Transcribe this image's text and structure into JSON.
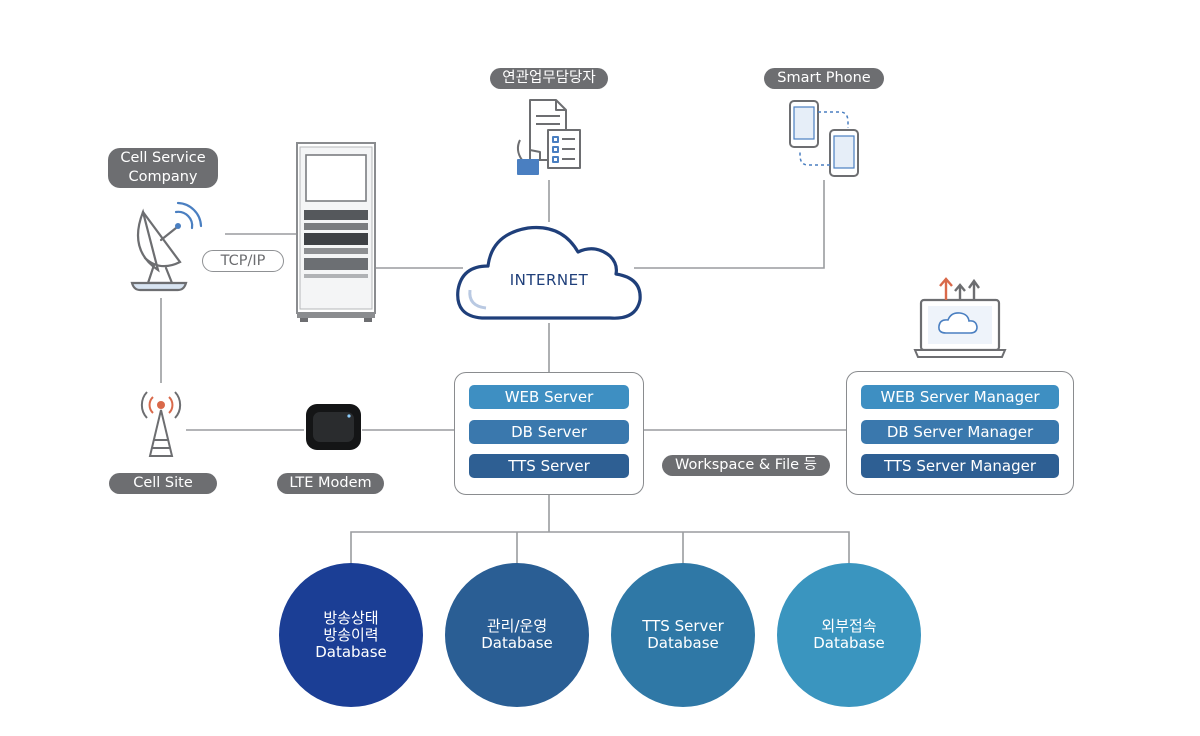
{
  "labels": {
    "cell_service": [
      "Cell Service",
      "Company"
    ],
    "staff": "연관업무담당자",
    "smartphone": "Smart Phone",
    "tcpip": "TCP/IP",
    "internet": "INTERNET",
    "cell_site": "Cell Site",
    "lte_modem": "LTE Modem",
    "workspace": "Workspace & File 등"
  },
  "servers": [
    {
      "label": "WEB Server",
      "shade": "light"
    },
    {
      "label": "DB Server",
      "shade": "mid"
    },
    {
      "label": "TTS Server",
      "shade": "dark"
    }
  ],
  "managers": [
    {
      "label": "WEB Server Manager",
      "shade": "light"
    },
    {
      "label": "DB Server Manager",
      "shade": "mid"
    },
    {
      "label": "TTS Server Manager",
      "shade": "dark"
    }
  ],
  "databases": [
    {
      "lines": [
        "방송상태",
        "방송이력",
        "Database"
      ],
      "color": "#1b3e95"
    },
    {
      "lines": [
        "관리/운영",
        "Database"
      ],
      "color": "#2a5e94"
    },
    {
      "lines": [
        "TTS Server",
        "Database"
      ],
      "color": "#2f78a6"
    },
    {
      "lines": [
        "외부접속",
        "Database"
      ],
      "color": "#3a95bf"
    }
  ],
  "colors": {
    "line": "#9a9c9f",
    "pill": "#6d6e71",
    "icon_stroke": "#6d6e71",
    "icon_blue": "#4a7fc1",
    "cloud_stroke": "#1f3f7a"
  }
}
